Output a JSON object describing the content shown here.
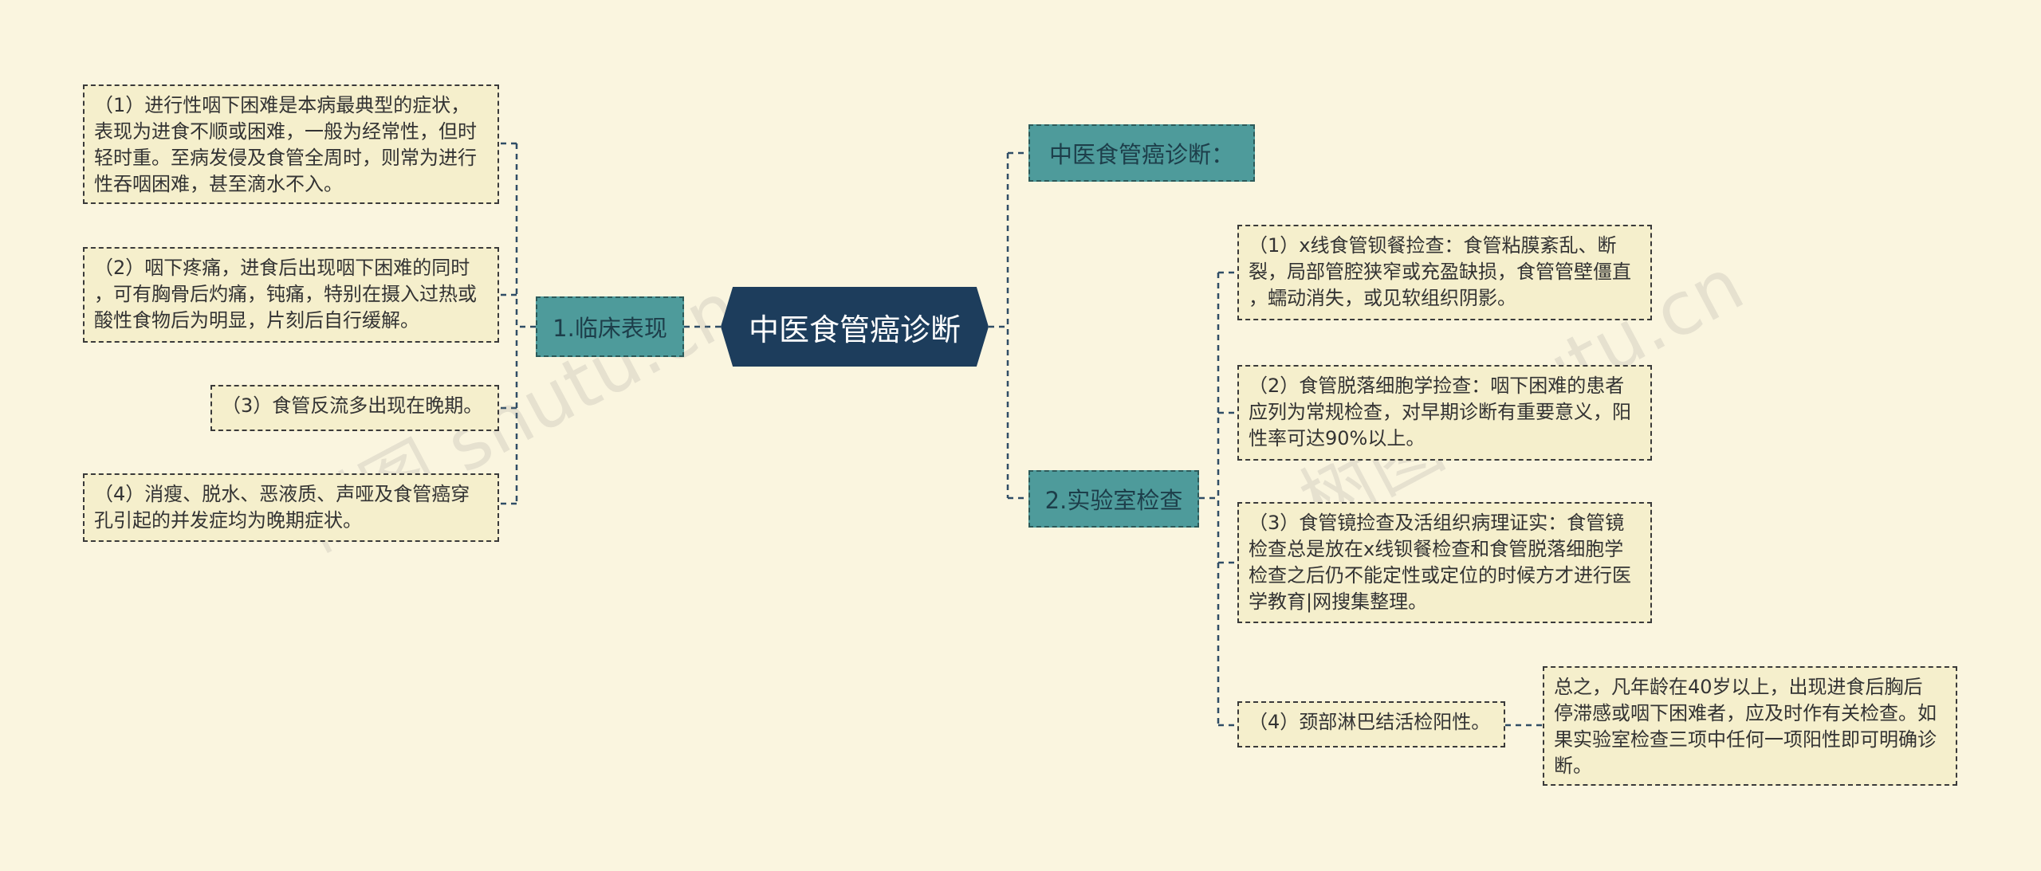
{
  "root": {
    "label": "中医食管癌诊断"
  },
  "left_branch": {
    "label": "1.临床表现",
    "items": [
      "（1）进行性咽下困难是本病最典型的症状，\n表现为进食不顺或困难，一般为经常性，但时\n轻时重。至病发侵及食管全周时，则常为进行\n性吞咽困难，甚至滴水不入。",
      "（2）咽下疼痛，进食后出现咽下困难的同时\n，可有胸骨后灼痛，钝痛，特别在摄入过热或\n酸性食物后为明显，片刻后自行缓解。",
      "（3）食管反流多出现在晚期。",
      "（4）消瘦、脱水、恶液质、声哑及食管癌穿\n孔引起的并发症均为晚期症状。"
    ]
  },
  "right_top": {
    "label": "中医食管癌诊断："
  },
  "right_branch": {
    "label": "2.实验室检查",
    "items": [
      "（1）x线食管钡餐捡查：食管粘膜紊乱、断\n裂，局部管腔狭窄或充盈缺损，食管管壁僵直\n，蠕动消失，或见软组织阴影。",
      "（2）食管脱落细胞学捡查：咽下困难的患者\n应列为常规检查，对早期诊断有重要意义，阳\n性率可达90%以上。",
      "（3）食管镜捡查及活组织病理证实：食管镜\n检查总是放在x线钡餐检查和食管脱落细胞学\n检查之后仍不能定性或定位的时候方才进行医\n学教育|网搜集整理。",
      "（4）颈部淋巴结活检阳性。"
    ],
    "summary": "总之，凡年龄在40岁以上，出现进食后胸后\n停滞感或咽下困难者，应及时作有关检查。如\n果实验室检查三项中任何一项阳性即可明确诊\n断。"
  },
  "watermark": {
    "left": "树图 shutu.cn",
    "right": "树图 shutu.cn"
  },
  "colors": {
    "background": "#faf5df",
    "root": "#1d3d5c",
    "branch": "#4e9b9b",
    "leaf": "#f5efcc",
    "line": "#2f4d66"
  }
}
